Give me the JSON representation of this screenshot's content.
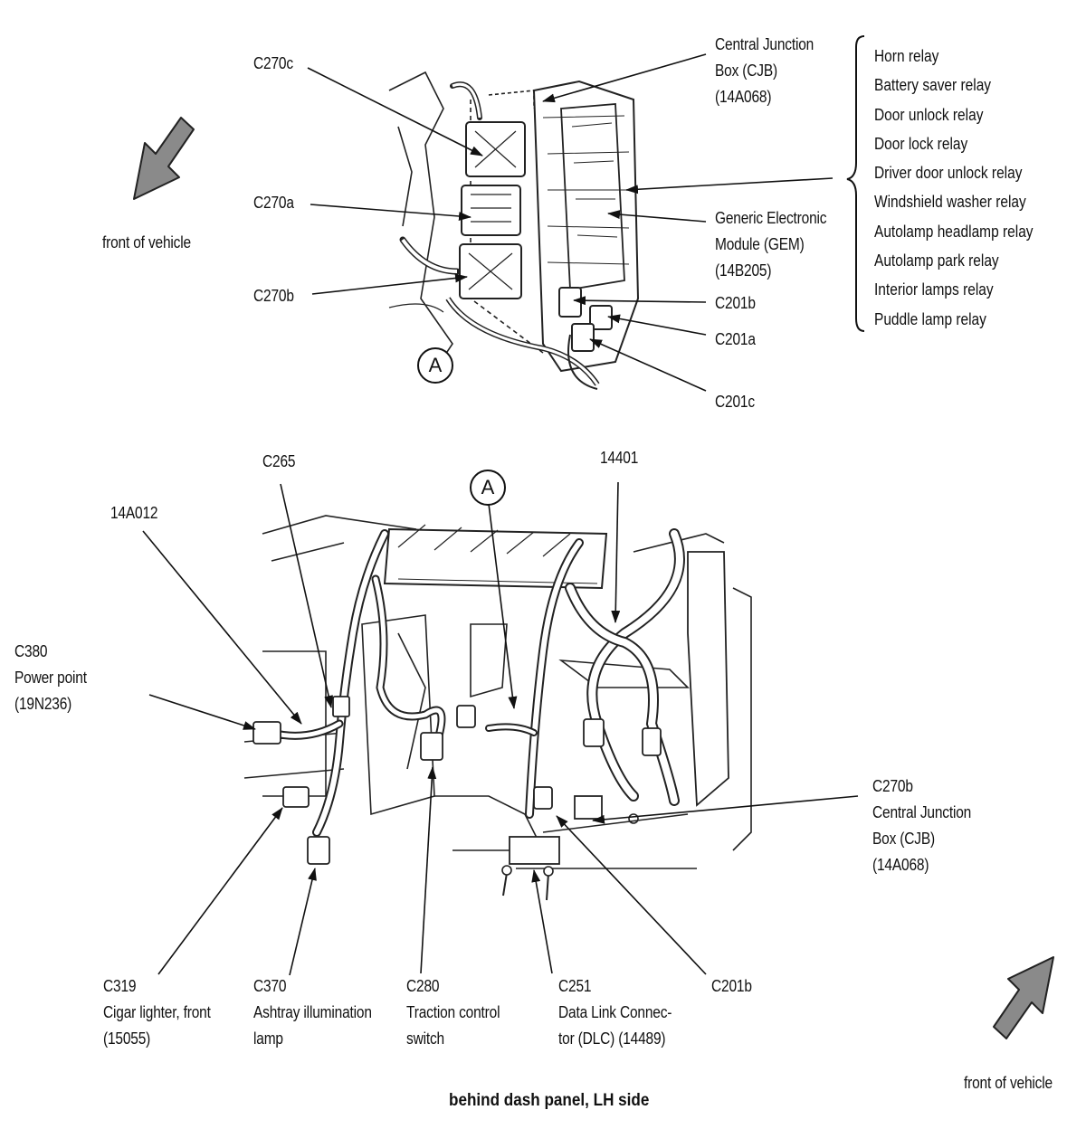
{
  "top_view": {
    "orientation_label": "front of vehicle",
    "detail_marker": "A",
    "callouts": {
      "c270c": "C270c",
      "c270a": "C270a",
      "c270b": "C270b",
      "cjb": [
        "Central Junction",
        "Box (CJB)",
        "(14A068)"
      ],
      "gem": [
        "Generic Electronic",
        "Module (GEM)",
        "(14B205)"
      ],
      "c201b": "C201b",
      "c201a": "C201a",
      "c201c": "C201c"
    },
    "relays": [
      "Horn relay",
      "Battery saver relay",
      "Door unlock relay",
      "Door lock relay",
      "Driver door unlock relay",
      "Windshield washer relay",
      "Autolamp headlamp relay",
      "Autolamp park relay",
      "Interior lamps relay",
      "Puddle lamp relay"
    ]
  },
  "bottom_view": {
    "orientation_label": "front of vehicle",
    "detail_marker": "A",
    "callouts": {
      "c265": "C265",
      "harness_14401": "14401",
      "harness_14a012": "14A012",
      "c380": [
        "C380",
        "Power point",
        "(19N236)"
      ],
      "c270b_cjb": [
        "C270b",
        "Central Junction",
        "Box (CJB)",
        "(14A068)"
      ],
      "c319": [
        "C319",
        "Cigar lighter, front",
        "(15055)"
      ],
      "c370": [
        "C370",
        "Ashtray illumination",
        "lamp"
      ],
      "c280": [
        "C280",
        "Traction control",
        "switch"
      ],
      "c251": [
        "C251",
        "Data Link Connec-",
        "tor (DLC) (14489)"
      ],
      "c201b": "C201b"
    },
    "caption": "behind dash panel, LH side"
  }
}
